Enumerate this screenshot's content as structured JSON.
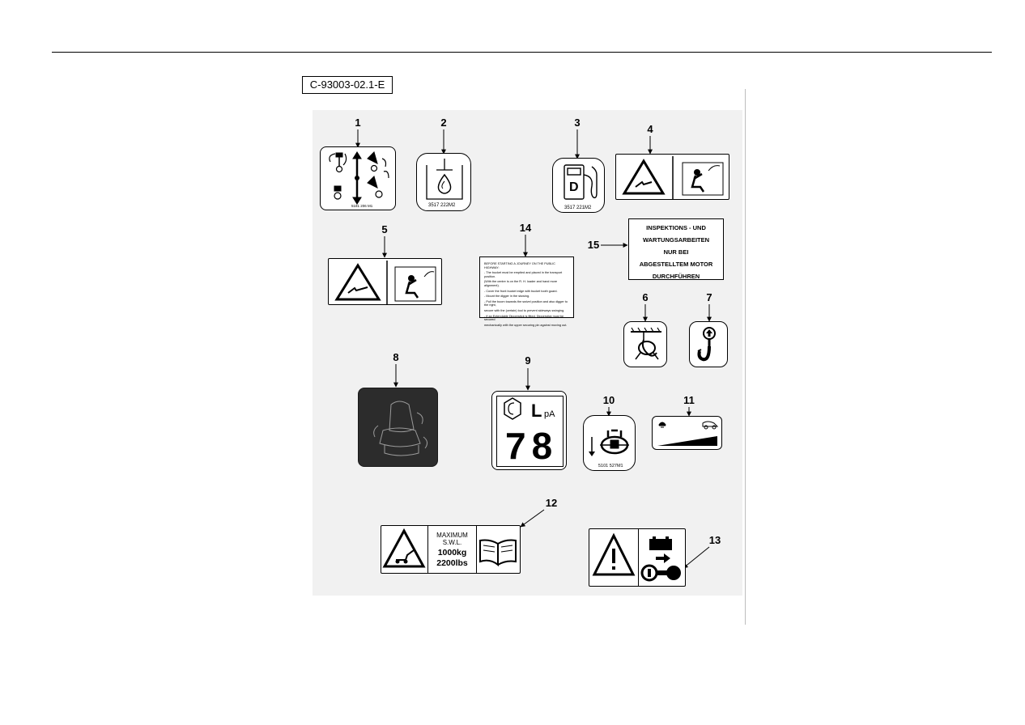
{
  "document": {
    "figure_code": "C-93003-02.1-E"
  },
  "callouts": [
    "1",
    "2",
    "3",
    "4",
    "5",
    "6",
    "7",
    "8",
    "9",
    "10",
    "11",
    "12",
    "13",
    "14",
    "15"
  ],
  "decals": {
    "d1_code": "5181 206 M1",
    "d2_code": "3517 222M2",
    "d3_letter": "D",
    "d3_code": "3517 221M2",
    "d9_L": "L",
    "d9_pA": "pA",
    "d9_value": "78",
    "d10_code": "5101 527M1",
    "d12_max": "MAXIMUM",
    "d12_swl": "S.W.L.",
    "d12_kg": "1000kg",
    "d12_lbs": "2200lbs",
    "d14_lines": [
      "BEFORE STARTING A JOURNEY ON THE PUBLIC HIGHWAY:",
      "- The bucket must be emptied and placed in the transport position.",
      "(With the centre is on the R. H. loader and hand more alignment).",
      "- Cover the front bucket edge with bucket tooth guard.",
      "- Mount the digger in the stowing.",
      "- Pull the boom towards the swivel position and also digger to the right,",
      "secure with the (certain) tool to prevent sideways swinging.",
      "- If an Extendable Dipperstick is fitted, Dipperstick must be secured",
      "mechanically with the upper securing pin against moving out."
    ],
    "d15_lines": [
      "INSPEKTIONS - UND",
      "WARTUNGSARBEITEN",
      "NUR BEI",
      "ABGESTELLTEM MOTOR",
      "DURCHFÜHREN"
    ]
  }
}
